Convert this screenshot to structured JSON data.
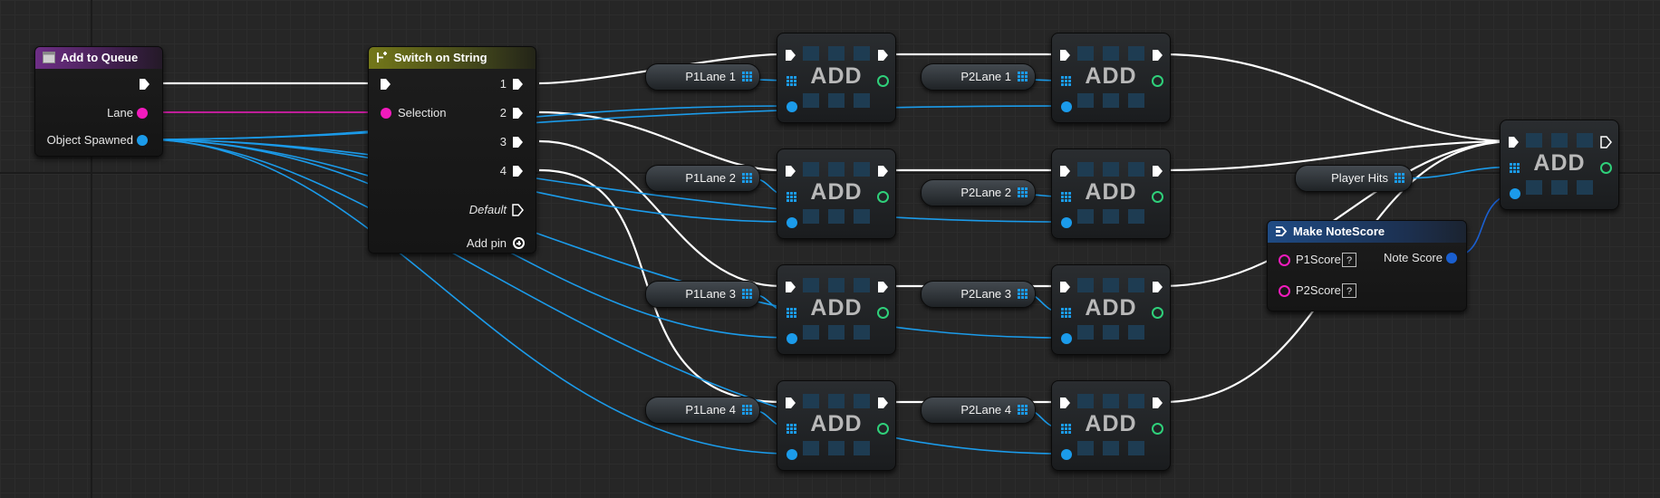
{
  "colors": {
    "background": "#262626",
    "exec_wire": "#ffffff",
    "object_wire": "#1b9bea",
    "string_wire": "#f21bbd",
    "structure_wire": "#1a5fd0",
    "result_pin": "#2fd07a"
  },
  "add_to_queue": {
    "title": "Add to Queue",
    "icon": "function-icon",
    "pins": [
      "Lane",
      "Object Spawned"
    ]
  },
  "switch_on_string": {
    "title": "Switch on String",
    "icon": "switch-icon",
    "input": "Selection",
    "outputs": [
      "1",
      "2",
      "3",
      "4"
    ],
    "default": "Default",
    "add_pin": "Add pin"
  },
  "vars": {
    "p1": [
      "P1Lane 1",
      "P1Lane 2",
      "P1Lane 3",
      "P1Lane 4"
    ],
    "p2": [
      "P2Lane 1",
      "P2Lane 2",
      "P2Lane 3",
      "P2Lane 4"
    ],
    "player_hits": "Player Hits"
  },
  "add_label": "ADD",
  "make_note_score": {
    "title": "Make NoteScore",
    "icon": "struct-icon",
    "p1": "P1Score",
    "p2": "P2Score",
    "output": "Note Score",
    "unknown": "?"
  }
}
